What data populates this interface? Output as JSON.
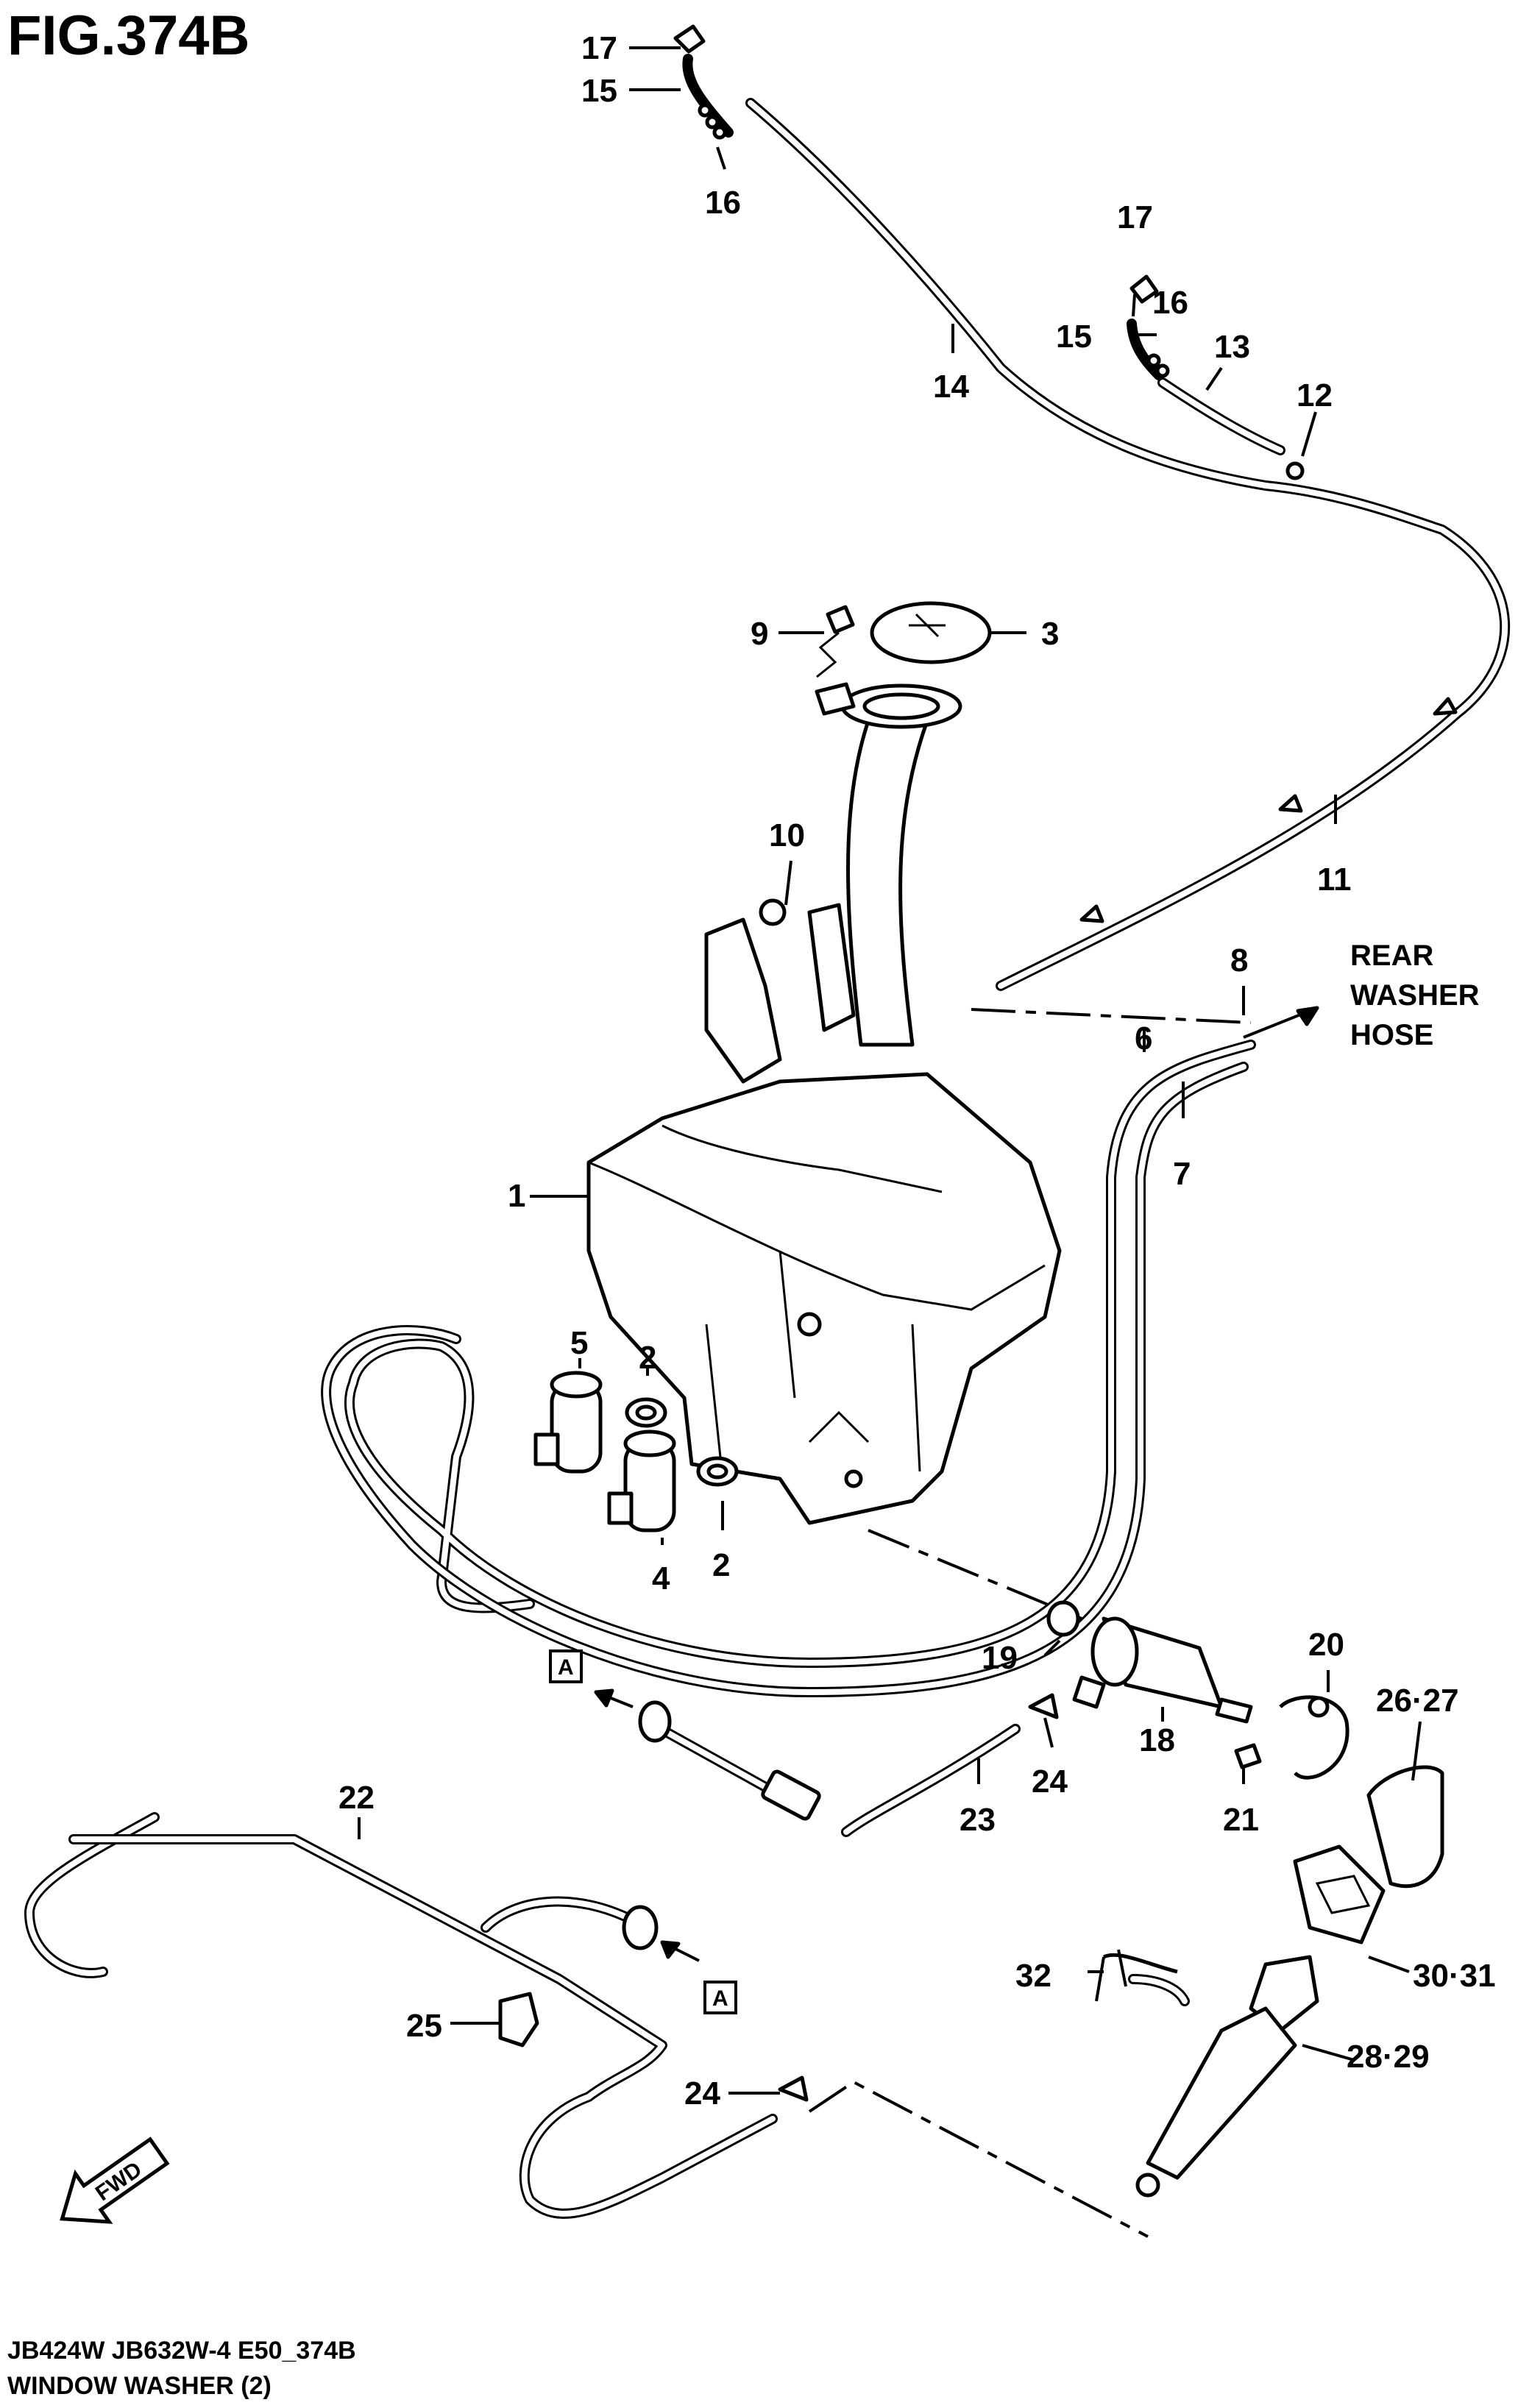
{
  "title": "FIG.374B",
  "footer": {
    "line1": "JB424W JB632W-4 E50_374B",
    "line2": "WINDOW WASHER (2)"
  },
  "annotations": {
    "rear_washer_hose": [
      "REAR",
      "WASHER",
      "HOSE"
    ],
    "ref_a": "A",
    "fwd": "FWD"
  },
  "callouts": [
    {
      "id": "c17a",
      "text": "17"
    },
    {
      "id": "c15a",
      "text": "15"
    },
    {
      "id": "c16a",
      "text": "16"
    },
    {
      "id": "c14",
      "text": "14"
    },
    {
      "id": "c17b",
      "text": "17"
    },
    {
      "id": "c16b",
      "text": "16"
    },
    {
      "id": "c15b",
      "text": "15"
    },
    {
      "id": "c13",
      "text": "13"
    },
    {
      "id": "c12",
      "text": "12"
    },
    {
      "id": "c9",
      "text": "9"
    },
    {
      "id": "c3",
      "text": "3"
    },
    {
      "id": "c10",
      "text": "10"
    },
    {
      "id": "c11",
      "text": "11"
    },
    {
      "id": "c8",
      "text": "8"
    },
    {
      "id": "c6",
      "text": "6"
    },
    {
      "id": "c7",
      "text": "7"
    },
    {
      "id": "c1",
      "text": "1"
    },
    {
      "id": "c5",
      "text": "5"
    },
    {
      "id": "c2a",
      "text": "2"
    },
    {
      "id": "c4",
      "text": "4"
    },
    {
      "id": "c2b",
      "text": "2"
    },
    {
      "id": "c19",
      "text": "19"
    },
    {
      "id": "c20",
      "text": "20"
    },
    {
      "id": "c2627",
      "text": "26·27"
    },
    {
      "id": "c18",
      "text": "18"
    },
    {
      "id": "c24a",
      "text": "24"
    },
    {
      "id": "c21",
      "text": "21"
    },
    {
      "id": "c23",
      "text": "23"
    },
    {
      "id": "c22",
      "text": "22"
    },
    {
      "id": "c25",
      "text": "25"
    },
    {
      "id": "c32",
      "text": "32"
    },
    {
      "id": "c3031",
      "text": "30·31"
    },
    {
      "id": "c2829",
      "text": "28·29"
    },
    {
      "id": "c24b",
      "text": "24"
    }
  ]
}
